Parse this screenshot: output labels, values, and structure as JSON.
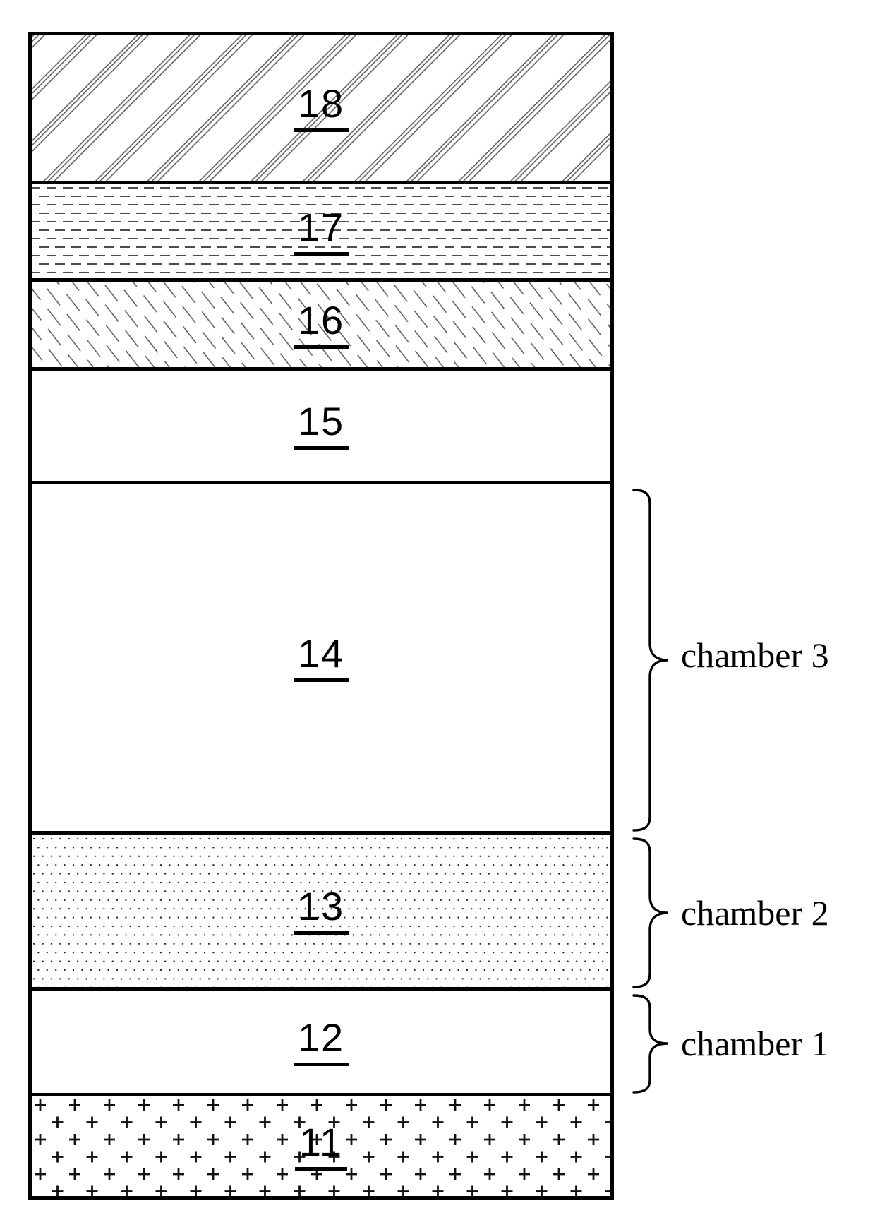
{
  "figure": {
    "type": "layer-stack-cross-section",
    "background": "#ffffff",
    "line_color": "#000000",
    "hatch_color": "#555555",
    "layers": [
      {
        "number": "18",
        "pattern": "diagonal-hatch-up-grouped-lines"
      },
      {
        "number": "17",
        "pattern": "horizontal-dashed-lines"
      },
      {
        "number": "16",
        "pattern": "diagonal-dashed-lines-down"
      },
      {
        "number": "15",
        "pattern": "plain-white"
      },
      {
        "number": "14",
        "pattern": "plain-white"
      },
      {
        "number": "13",
        "pattern": "fine-dot-stipple"
      },
      {
        "number": "12",
        "pattern": "plain-white"
      },
      {
        "number": "11",
        "pattern": "plus-sign-grid"
      }
    ],
    "chambers": [
      {
        "label": "chamber 3",
        "spans_layer": "14"
      },
      {
        "label": "chamber 2",
        "spans_layer": "13"
      },
      {
        "label": "chamber 1",
        "spans_layer": "12"
      }
    ]
  }
}
